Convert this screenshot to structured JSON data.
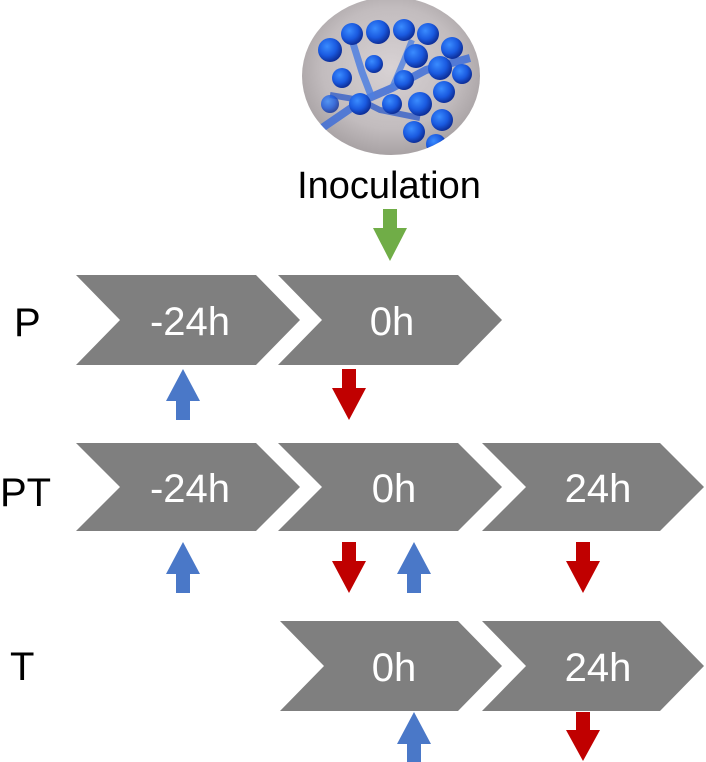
{
  "colors": {
    "chevron": "#7f7f7f",
    "chevron_text": "#ffffff",
    "pre_arrow": "#4a78c8",
    "post_arrow": "#c00000",
    "inoculation_arrow": "#70ad47"
  },
  "inoculation": {
    "label": "Inoculation",
    "image": "fungal-spores-micrograph"
  },
  "rows": [
    {
      "label": "P",
      "steps": [
        "-24h",
        "0h"
      ]
    },
    {
      "label": "PT",
      "steps": [
        "-24h",
        "0h",
        "24h"
      ]
    },
    {
      "label": "T",
      "steps": [
        "0h",
        "24h"
      ]
    }
  ]
}
